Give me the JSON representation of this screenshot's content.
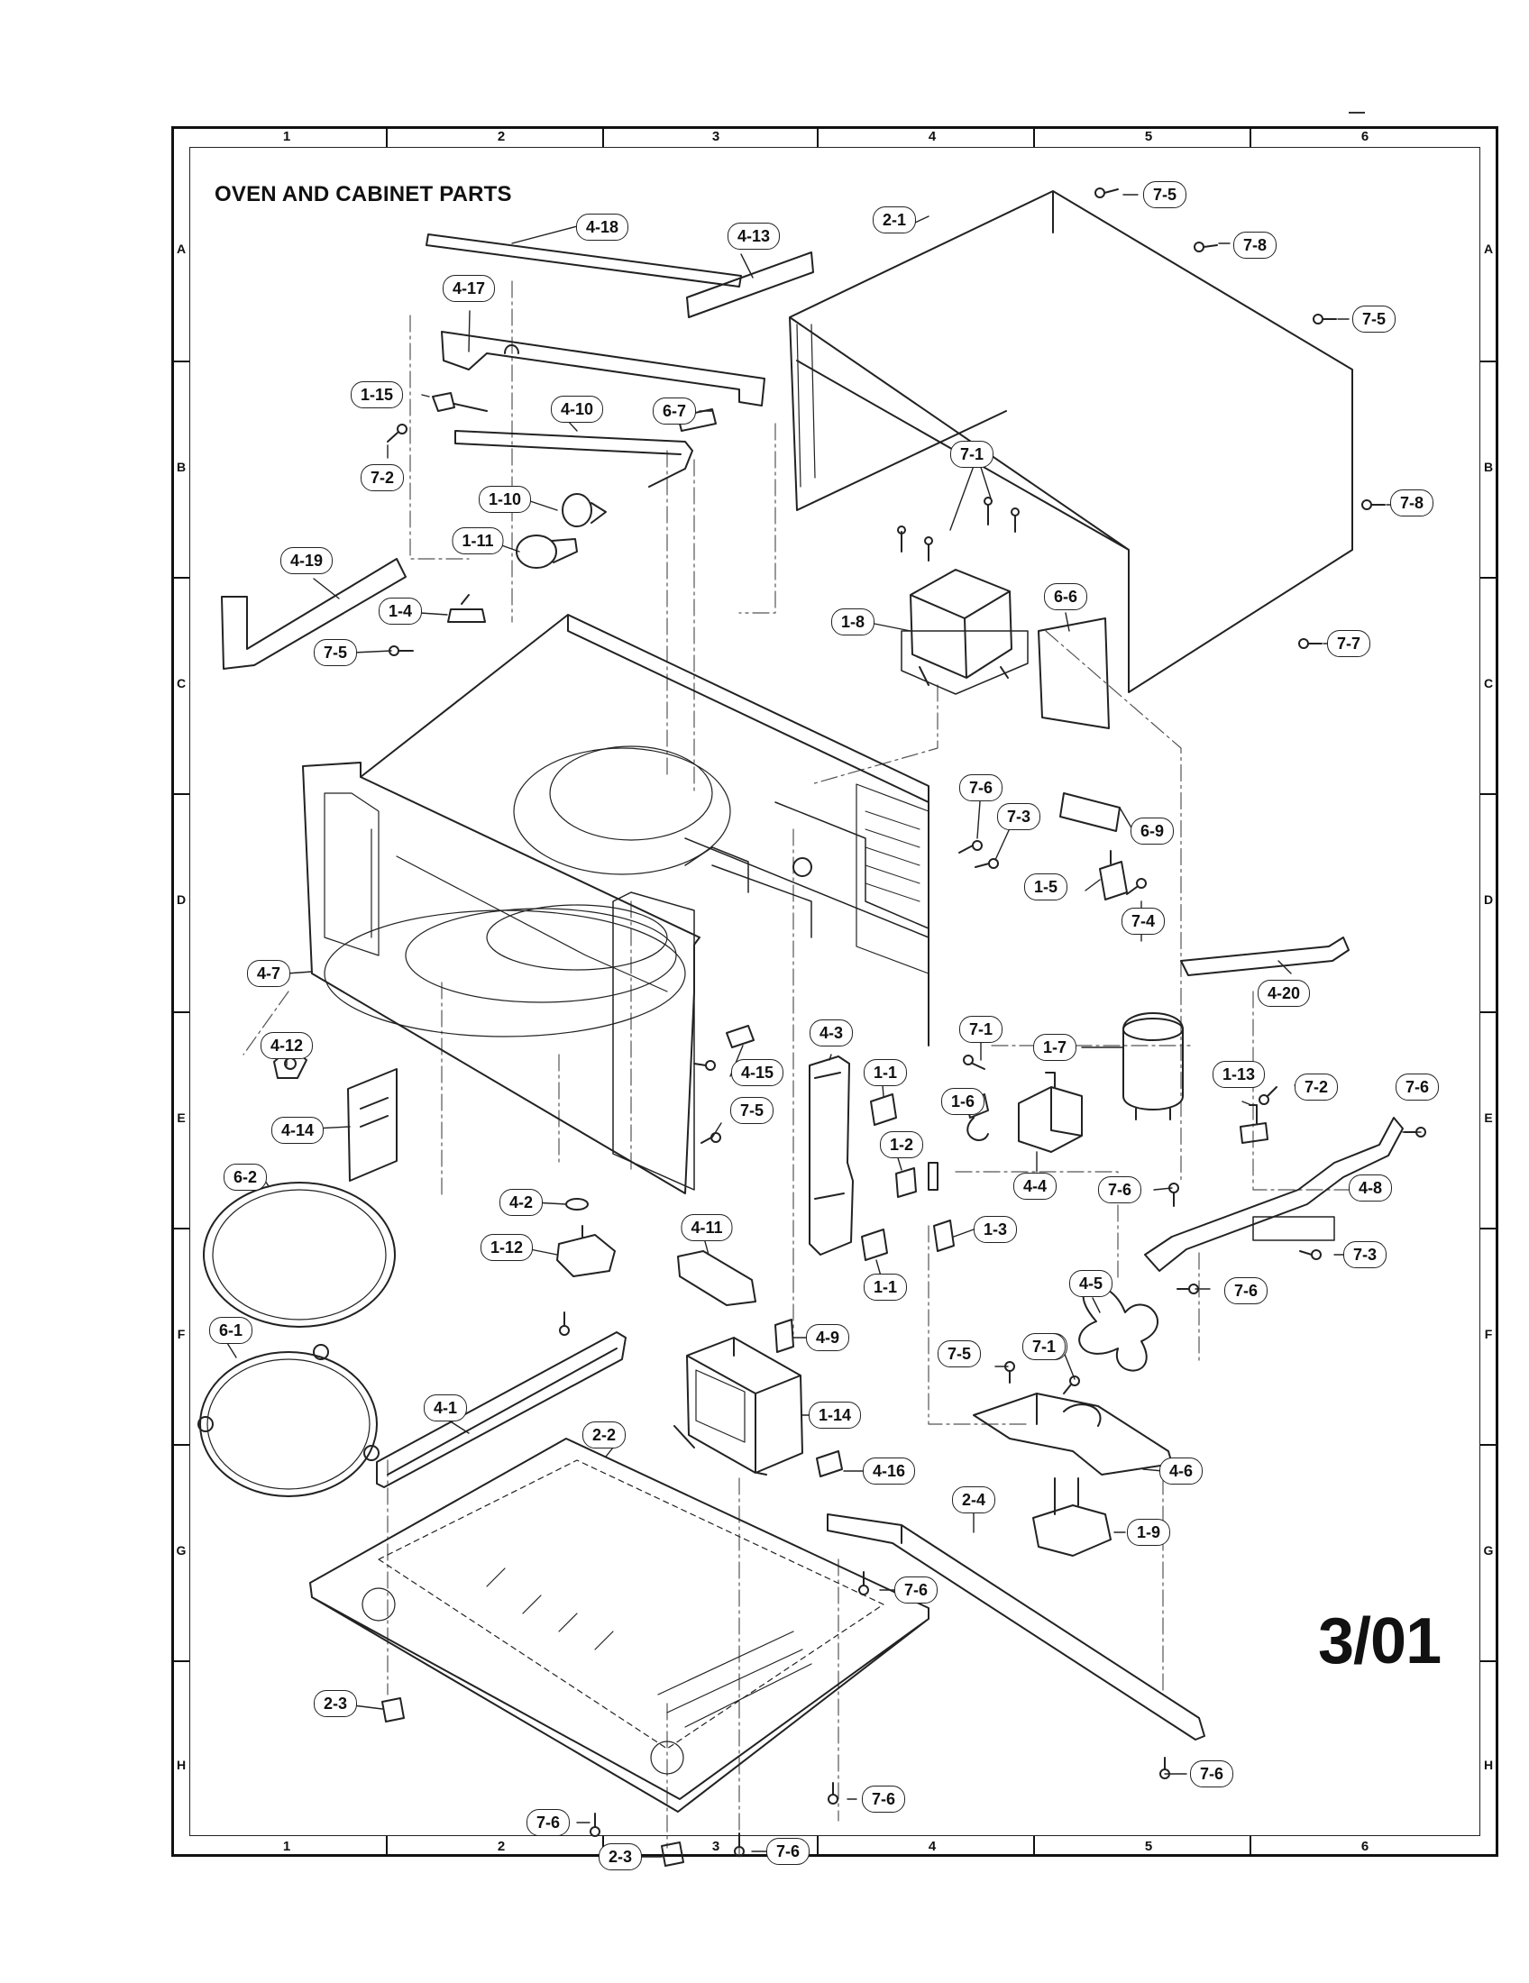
{
  "title": "OVEN AND CABINET PARTS",
  "page_code": "3/01",
  "grid": {
    "columns": [
      "1",
      "2",
      "3",
      "4",
      "5",
      "6"
    ],
    "rows": [
      "A",
      "B",
      "C",
      "D",
      "E",
      "F",
      "G",
      "H"
    ]
  },
  "callouts": {
    "c_4_18": "4-18",
    "c_4_13": "4-13",
    "c_2_1": "2-1",
    "c_7_5a": "7-5",
    "c_7_8a": "7-8",
    "c_7_5b": "7-5",
    "c_4_17": "4-17",
    "c_1_15": "1-15",
    "c_4_10": "4-10",
    "c_6_7": "6-7",
    "c_7_2a": "7-2",
    "c_1_10": "1-10",
    "c_1_11": "1-11",
    "c_7_1a": "7-1",
    "c_7_8b": "7-8",
    "c_4_19": "4-19",
    "c_1_4": "1-4",
    "c_7_5c": "7-5",
    "c_1_8": "1-8",
    "c_6_6": "6-6",
    "c_7_7": "7-7",
    "c_7_6a": "7-6",
    "c_7_3a": "7-3",
    "c_6_9": "6-9",
    "c_1_5": "1-5",
    "c_7_4": "7-4",
    "c_4_7": "4-7",
    "c_4_20": "4-20",
    "c_4_12": "4-12",
    "c_4_3": "4-3",
    "c_7_1b": "7-1",
    "c_1_7": "1-7",
    "c_4_15": "4-15",
    "c_1_1a": "1-1",
    "c_1_6": "1-6",
    "c_1_13": "1-13",
    "c_7_2b": "7-2",
    "c_7_6b": "7-6",
    "c_7_5d": "7-5",
    "c_4_14": "4-14",
    "c_1_2": "1-2",
    "c_4_4": "4-4",
    "c_7_6c": "7-6",
    "c_4_8": "4-8",
    "c_6_2": "6-2",
    "c_4_2": "4-2",
    "c_4_11": "4-11",
    "c_1_3": "1-3",
    "c_7_3b": "7-3",
    "c_1_12": "1-12",
    "c_1_1b": "1-1",
    "c_4_5": "4-5",
    "c_7_6d": "7-6",
    "c_7_1c": "7-1",
    "c_6_1": "6-1",
    "c_4_9": "4-9",
    "c_7_5e": "7-5",
    "c_7_1d": "7-1",
    "c_4_1": "4-1",
    "c_1_14": "1-14",
    "c_2_2": "2-2",
    "c_4_16": "4-16",
    "c_4_6": "4-6",
    "c_2_4": "2-4",
    "c_1_9": "1-9",
    "c_7_6e": "7-6",
    "c_2_3a": "2-3",
    "c_7_6f": "7-6",
    "c_7_6g": "7-6",
    "c_7_6h": "7-6",
    "c_2_3b": "2-3",
    "c_7_6i": "7-6"
  }
}
